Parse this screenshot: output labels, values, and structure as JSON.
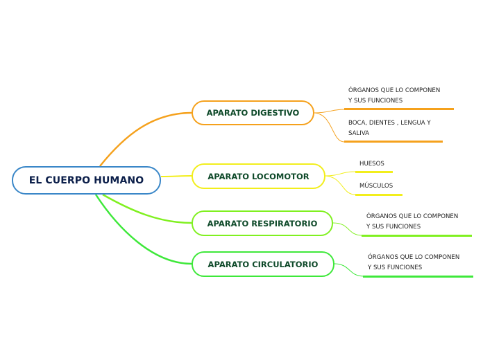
{
  "central": {
    "label": "EL CUERPO HUMANO",
    "border_color": "#3a87c8"
  },
  "branches": [
    {
      "label": "APARATO DIGESTIVO",
      "color": "#f5a11c",
      "children": [
        {
          "line1": "ÓRGANOS QUE LO COMPONEN",
          "line2": "Y SUS FUNCIONES"
        },
        {
          "line1": "BOCA, DIENTES , LENGUA Y",
          "line2": "SALIVA"
        }
      ]
    },
    {
      "label": "APARATO LOCOMOTOR",
      "color": "#f2ee1c",
      "children": [
        {
          "line1": "HUESOS"
        },
        {
          "line1": "MÚSCULOS"
        }
      ]
    },
    {
      "label": "APARATO RESPIRATORIO",
      "color": "#80f020",
      "children": [
        {
          "line1": "ÓRGANOS QUE LO COMPONEN",
          "line2": "Y SUS FUNCIONES"
        }
      ]
    },
    {
      "label": "APARATO CIRCULATORIO",
      "color": "#3ee83a",
      "children": [
        {
          "line1": "ÓRGANOS QUE LO COMPONEN",
          "line2": "Y SUS FUNCIONES"
        }
      ]
    }
  ]
}
